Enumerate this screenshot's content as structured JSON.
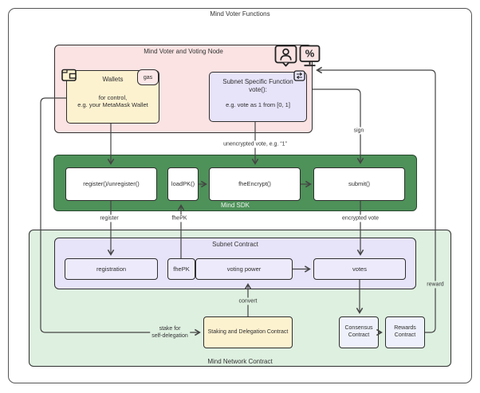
{
  "title": "Mind Voter Functions",
  "voter_node": {
    "title": "Mind Voter and Voting Node",
    "wallets": {
      "title": "Wallets",
      "body": "for control,\ne.g. your MetaMask Wallet",
      "badge": "gas"
    },
    "subnet_function": {
      "title": "Subnet Specific Function\nvote():",
      "body": "e.g. vote as 1 from [0, 1]"
    }
  },
  "sdk": {
    "title": "Mind SDK",
    "nodes": {
      "register": "register()/unregister()",
      "loadpk": "loadPK()",
      "fheencrypt": "fheEncrypt()",
      "submit": "submit()"
    }
  },
  "network": {
    "title": "Mind Network Contract",
    "subnet_contract": {
      "title": "Subnet Contract",
      "nodes": {
        "registration": "registration",
        "fhepk": "fhePK",
        "voting_power": "voting power",
        "votes": "votes"
      }
    },
    "nodes": {
      "staking": "Staking and Delegation Contract",
      "consensus": "Consensus\nContract",
      "rewards": "Rewards\nContract"
    }
  },
  "edge_labels": {
    "unencrypted_vote": "unencrypted vote, e.g. “1”",
    "sign": "sign",
    "register": "register",
    "fhepk": "fhePK",
    "encrypted_vote": "encrypted vote",
    "reward": "reward",
    "convert": "convert",
    "stake": "stake for\nself-delegation"
  },
  "icons": {
    "person": "person-bubble-icon",
    "percent": "percent-monitor-icon",
    "wallet": "wallet-icon",
    "swap": "swap-icon"
  },
  "colors": {
    "voter_fill": "#fbe3e3",
    "wallet_fill": "#fdf2d0",
    "function_fill": "#e7e3f9",
    "sdk_fill": "#4e9159",
    "network_fill": "#def0e0",
    "contract_fill": "#eef1fb",
    "line": "#444444"
  }
}
